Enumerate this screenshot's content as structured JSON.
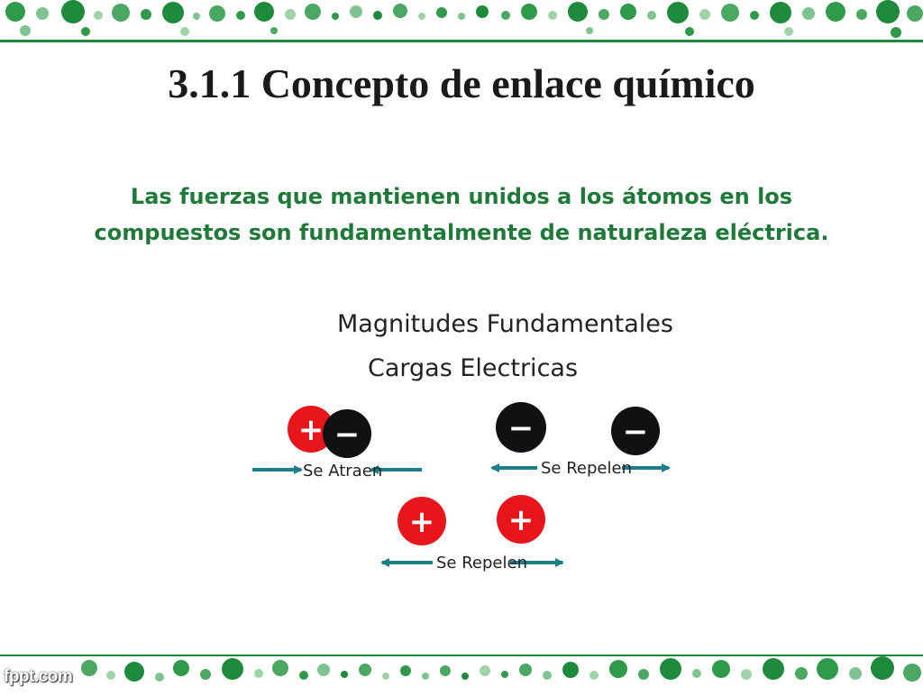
{
  "slide": {
    "title": "3.1.1 Concepto de enlace químico",
    "subtitle_line1": "Las fuerzas que mantienen unidos a los átomos en los",
    "subtitle_line2": "compuestos son fundamentalmente de naturaleza eléctrica."
  },
  "figure": {
    "heading1": "Magnitudes Fundamentales",
    "heading2": "Cargas Electricas",
    "attract_label": "Se Atraen",
    "repel_label_top": "Se Repelen",
    "repel_label_bottom": "Se Repelen",
    "plus_sign": "+",
    "minus_sign": "−"
  },
  "footer": {
    "brand": "fppt.com"
  },
  "colors": {
    "green": "#1e8a3c",
    "positive": "#e8151b",
    "negative": "#111111",
    "arrow": "#1d7f8c"
  }
}
